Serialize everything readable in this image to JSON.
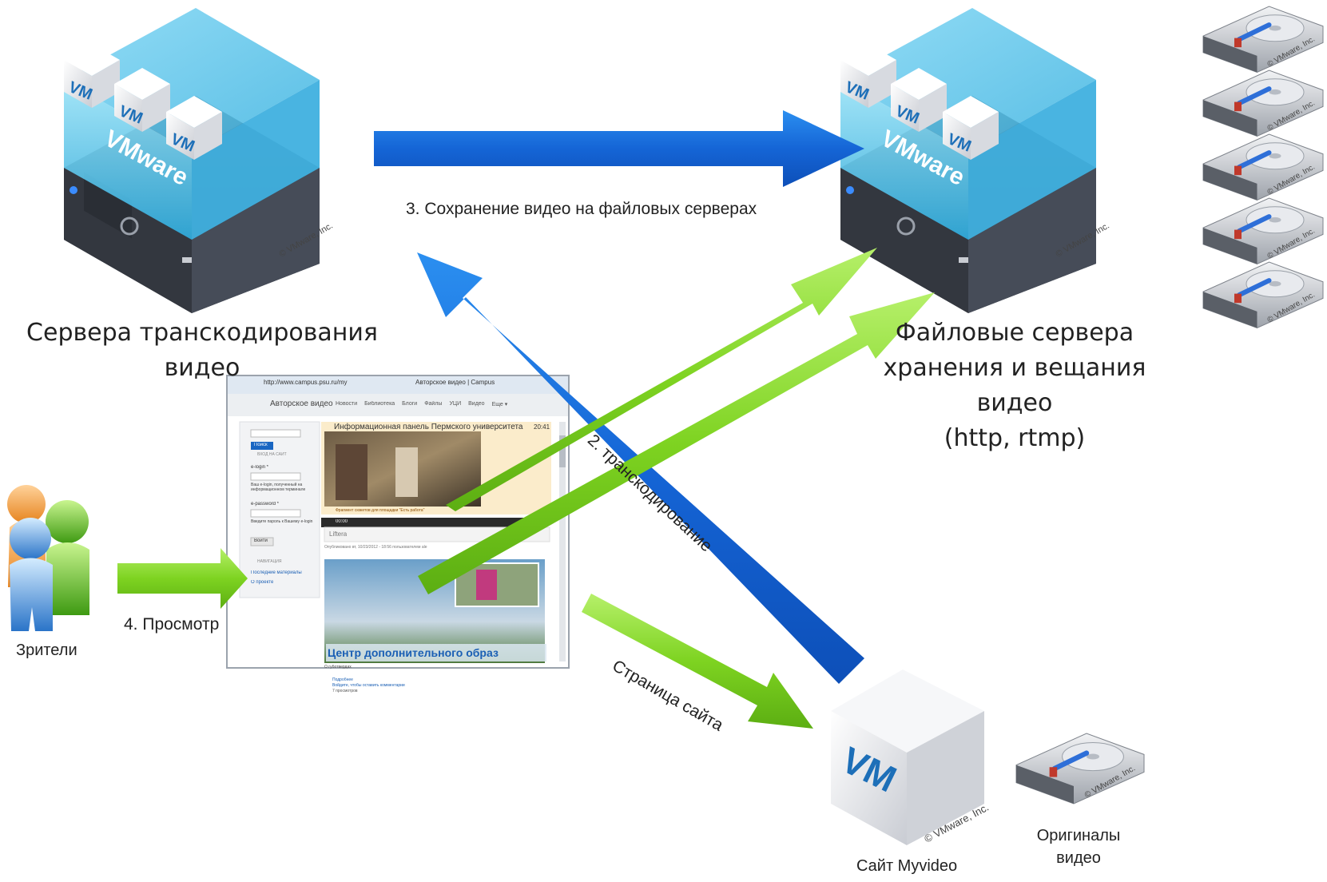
{
  "nodes": {
    "transcode": {
      "label_line1": "Сервера транскодирования",
      "label_line2": "видео",
      "brand": "VMware",
      "vm": "VM",
      "copyright": "© VMware, Inc."
    },
    "fileservers": {
      "label_line1": "Файловые сервера",
      "label_line2": "хранения и вещания",
      "label_line3": "видео",
      "label_line4": "(http, rtmp)",
      "brand": "VMware",
      "vm": "VM",
      "copyright": "© VMware, Inc."
    },
    "viewers": {
      "label": "Зрители"
    },
    "site": {
      "label": "Сайт Myvideo",
      "vm": "VM",
      "copyright": "© VMware, Inc."
    },
    "originals": {
      "label_line1": "Оригиналы",
      "label_line2": "видео",
      "copyright": "© VMware, Inc."
    },
    "disk_copyright": "© VMware, Inc."
  },
  "edges": {
    "save": "3. Сохранение видео на файловых серверах",
    "transcode": "2. транскодирование",
    "view": "4. Просмотр",
    "page": "Страница сайта"
  },
  "browser": {
    "url": "http://www.campus.psu.ru/my",
    "tab": "Авторское видео | Campus",
    "site_title": "Авторское видео",
    "nav": [
      "Новости",
      "Библиотека",
      "Блоги",
      "Файлы",
      "УЦИ",
      "Видео",
      "Еще ▾"
    ],
    "search_button": "Поиск",
    "login_heading": "ВХОД НА САЙТ",
    "login_label": "e-login *",
    "login_hint": "Ваш e-login, полученный на информационном терминале",
    "password_label": "e-password *",
    "password_hint": "Введите пароль к Вашему e-login",
    "enter_button": "Войти",
    "nav_heading": "НАВИГАЦИЯ",
    "link_latest": "Последние материалы",
    "link_about": "О проекте",
    "panel_title": "Информационная панель Пермского университета",
    "time": "20:41",
    "video_caption": "Фрагмент сюжетов для площадки \"Есть работа\"",
    "player_time": "00:00",
    "post_title": "Liftera",
    "post_meta": "Опубликовано вт, 10/23/2012 - 18:56 пользователем ale",
    "banner_text": "Центр дополнительного образ",
    "author": "О губотвердах",
    "more": "Подробнее",
    "comment": "Войдите, чтобы оставить комментарии",
    "views": "7 просмотров"
  },
  "colors": {
    "blue_arrow": "#1f6fd8",
    "green_arrow": "#7ed321",
    "server_glass": "#5cc6ea",
    "server_body": "#3d4350"
  }
}
